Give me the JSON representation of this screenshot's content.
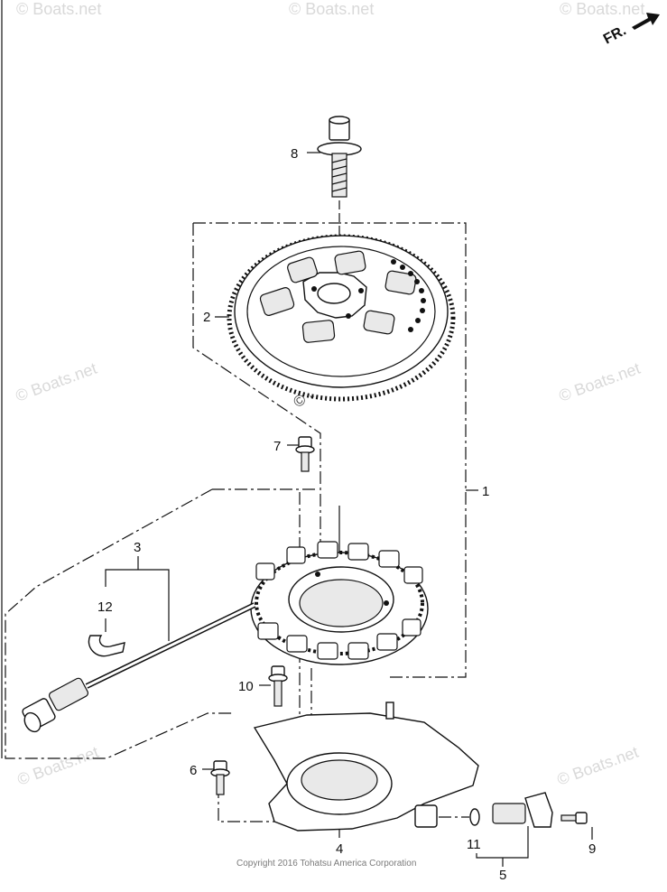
{
  "direction_label": "FR.",
  "watermark": "© Boats.net",
  "center_watermark": "© Boats.net",
  "copyright": "Copyright 2016 Tohatsu America Corporation",
  "callouts": {
    "p1": "1",
    "p2": "2",
    "p3": "3",
    "p4": "4",
    "p5": "5",
    "p6": "6",
    "p7": "7",
    "p8": "8",
    "p9": "9",
    "p10": "10",
    "p11": "11",
    "p12": "12"
  }
}
